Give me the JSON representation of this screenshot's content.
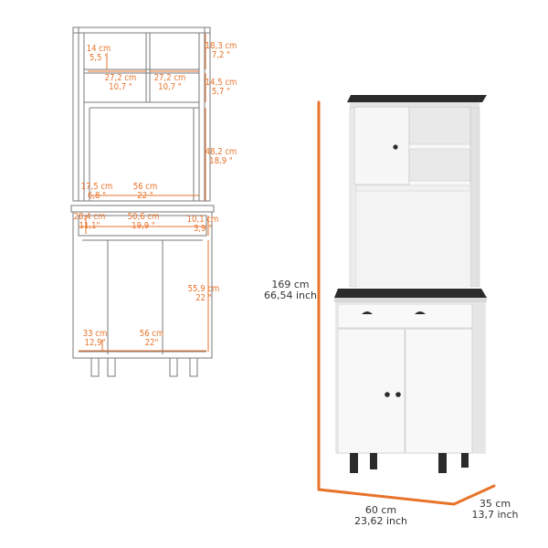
{
  "colors": {
    "accent": "#e8732a",
    "line": "#7a7a7a",
    "cabinet_white": "#f4f4f4",
    "top_black": "#2b2b2b"
  },
  "diagram_labels": {
    "upper_cab_height": {
      "cm": "18,3 cm",
      "in": "7,2 \""
    },
    "upper_cab_shelf": {
      "cm": "14 cm",
      "in": "5,5 \""
    },
    "upper_cab_w_left": {
      "cm": "27,2 cm",
      "in": "10,7 \""
    },
    "upper_cab_w_right": {
      "cm": "27,2 cm",
      "in": "10,7 \""
    },
    "upper_open_height": {
      "cm": "14,5 cm",
      "in": "5,7 \""
    },
    "hutch_open_height": {
      "cm": "48,2 cm",
      "in": "18,9 \""
    },
    "counter_depth": {
      "cm": "17,5 cm",
      "in": "6,8 \""
    },
    "counter_width": {
      "cm": "56 cm",
      "in": "22 \""
    },
    "drawer_depth": {
      "cm": "28,4 cm",
      "in": "11,1\""
    },
    "drawer_width": {
      "cm": "50,6 cm",
      "in": "19,9 \""
    },
    "drawer_height": {
      "cm": "10,1 cm",
      "in": "3,9 \""
    },
    "lower_height": {
      "cm": "55,9 cm",
      "in": "22 \""
    },
    "lower_depth": {
      "cm": "33 cm",
      "in": "12,9\""
    },
    "lower_width": {
      "cm": "56 cm",
      "in": "22\""
    }
  },
  "overall": {
    "height": {
      "cm": "169 cm",
      "in": "66,54 inch"
    },
    "width": {
      "cm": "60 cm",
      "in": "23,62 inch"
    },
    "depth": {
      "cm": "35 cm",
      "in": "13,7 inch"
    }
  }
}
